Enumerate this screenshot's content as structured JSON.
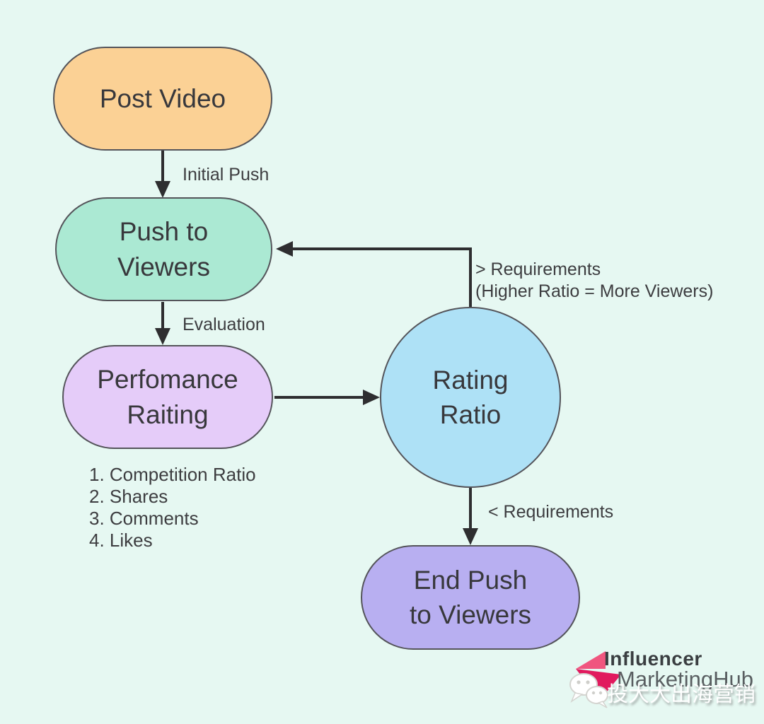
{
  "diagram": {
    "background_color": "#E6F8F2",
    "line_color": "#2E2E30",
    "nodes": {
      "post_video": {
        "label": "Post Video",
        "shape": "stadium",
        "fill": "#FBD195"
      },
      "push_to_viewers": {
        "label": "Push to\nViewers",
        "shape": "stadium",
        "fill": "#ABE9D3"
      },
      "performance_rating": {
        "label": "Perfomance\nRaiting",
        "shape": "stadium",
        "fill": "#E5CCF9"
      },
      "rating_ratio": {
        "label": "Rating\nRatio",
        "shape": "circle",
        "fill": "#AEE1F6"
      },
      "end_push": {
        "label": "End Push\nto Viewers",
        "shape": "stadium",
        "fill": "#B8AFF1"
      }
    },
    "edges": {
      "initial_push": {
        "label": "Initial Push",
        "from": "post_video",
        "to": "push_to_viewers"
      },
      "evaluation": {
        "label": "Evaluation",
        "from": "push_to_viewers",
        "to": "performance_rating"
      },
      "to_rating_ratio": {
        "label": "",
        "from": "performance_rating",
        "to": "rating_ratio"
      },
      "gt_requirements": {
        "label": "> Requirements\n(Higher Ratio = More Viewers)",
        "from": "rating_ratio",
        "to": "push_to_viewers"
      },
      "lt_requirements": {
        "label": "< Requirements",
        "from": "rating_ratio",
        "to": "end_push"
      }
    },
    "criteria": {
      "items": [
        "1. Competition Ratio",
        "2. Shares",
        "3. Comments",
        "4. Likes"
      ]
    }
  },
  "branding": {
    "logo_line1": "Influencer",
    "logo_line2": "MarketingHub",
    "logo_pink_light": "#F0567F",
    "logo_pink_dark": "#E11A5E"
  },
  "watermark": {
    "icon": "wechat-icon",
    "text": "投大大出海营销"
  }
}
